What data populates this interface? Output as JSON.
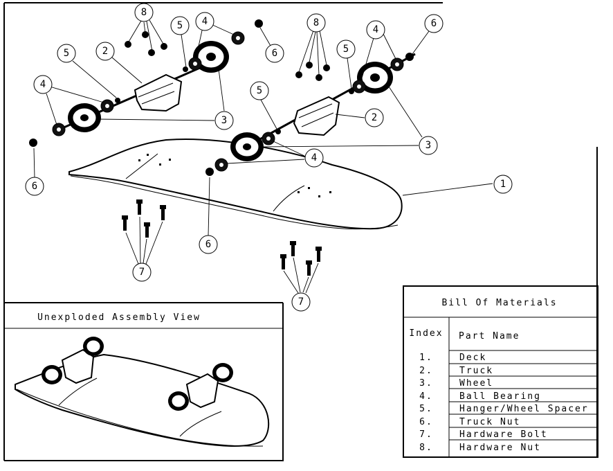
{
  "callouts": {
    "deck": "1",
    "truck": "2",
    "wheel": "3",
    "ball_bearing": "4",
    "spacer": "5",
    "truck_nut": "6",
    "hardware_bolt": "7",
    "hardware_nut": "8"
  },
  "inset": {
    "title": "Unexploded Assembly View"
  },
  "bom": {
    "title": "Bill Of Materials",
    "header_index": "Index",
    "header_part": "Part Name",
    "rows": [
      {
        "index": "1.",
        "name": "Deck"
      },
      {
        "index": "2.",
        "name": "Truck"
      },
      {
        "index": "3.",
        "name": "Wheel"
      },
      {
        "index": "4.",
        "name": "Ball Bearing"
      },
      {
        "index": "5.",
        "name": "Hanger/Wheel Spacer"
      },
      {
        "index": "6.",
        "name": "Truck Nut"
      },
      {
        "index": "7.",
        "name": "Hardware Bolt"
      },
      {
        "index": "8.",
        "name": "Hardware Nut"
      }
    ]
  }
}
